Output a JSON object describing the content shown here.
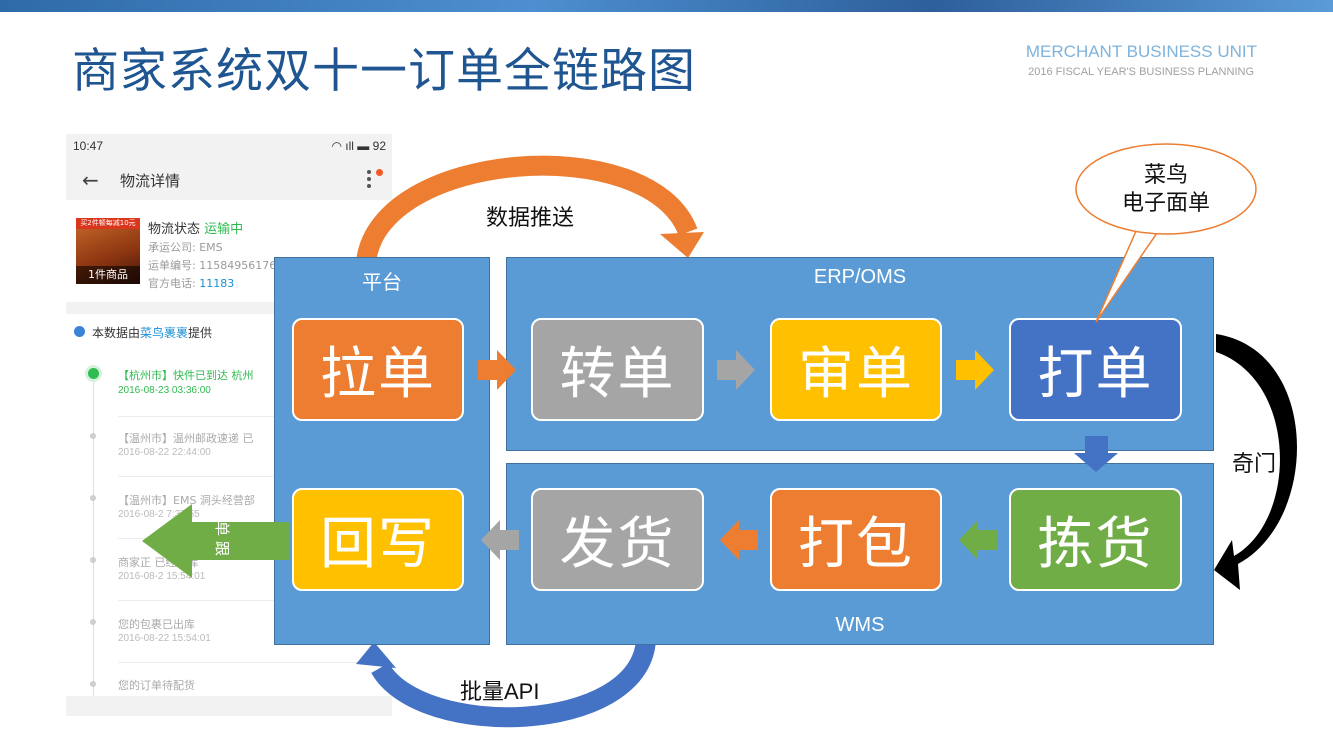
{
  "header": {
    "title": "商家系统双十一订单全链路图",
    "unit": "MERCHANT BUSINESS  UNIT",
    "subtitle": "2016 FISCAL YEAR'S  BUSINESS PLANNING"
  },
  "phone": {
    "time": "10:47",
    "signal": "92",
    "title": "物流详情",
    "goods_banner": "买2件顿每减10元",
    "goods_label": "1件商品",
    "status_label": "物流状态 ",
    "status_value": "运输中",
    "carrier": "承运公司: EMS",
    "tracking": "运单编号: 11584956176",
    "phone_label": "官方电话: ",
    "phone_value": "11183",
    "source_prefix": "本数据由",
    "source_name": "菜鸟裹裹",
    "source_suffix": "提供",
    "timeline": [
      {
        "text": "【杭州市】快件已到达 杭州",
        "time": "2016-08-23 03:36:00"
      },
      {
        "text": "【温州市】温州邮政速递 已",
        "time": "2016-08-22 22:44:00"
      },
      {
        "text": "【温州市】EMS 洞头经营部",
        "time": "2016-08-2  7:37:55"
      },
      {
        "text": "商家正     已经出库",
        "time": "2016-08-2  15:54:01"
      },
      {
        "text": "您的包裹已出库",
        "time": "2016-08-22 15:54:01"
      },
      {
        "text": "您的订单待配货",
        "time": ""
      }
    ]
  },
  "diagram": {
    "platform_label": "平台",
    "erp_label": "ERP/OMS",
    "wms_label": "WMS",
    "steps": {
      "pull": "拉单",
      "transfer": "转单",
      "review": "审单",
      "print": "打单",
      "pick": "拣货",
      "pack": "打包",
      "ship": "发货",
      "writeback": "回写"
    },
    "data_push": "数据推送",
    "batch_api": "批量API",
    "qimen": "奇门",
    "cainiao_bubble": [
      "菜鸟",
      "电子面单"
    ],
    "order_tracking": "订单跟踪"
  },
  "colors": {
    "panel": "#5b9bd5",
    "orange": "#ed7d31",
    "gray": "#a5a5a5",
    "yellow": "#ffc000",
    "blue": "#4472c4",
    "green": "#70ad47",
    "title": "#1f5591"
  }
}
